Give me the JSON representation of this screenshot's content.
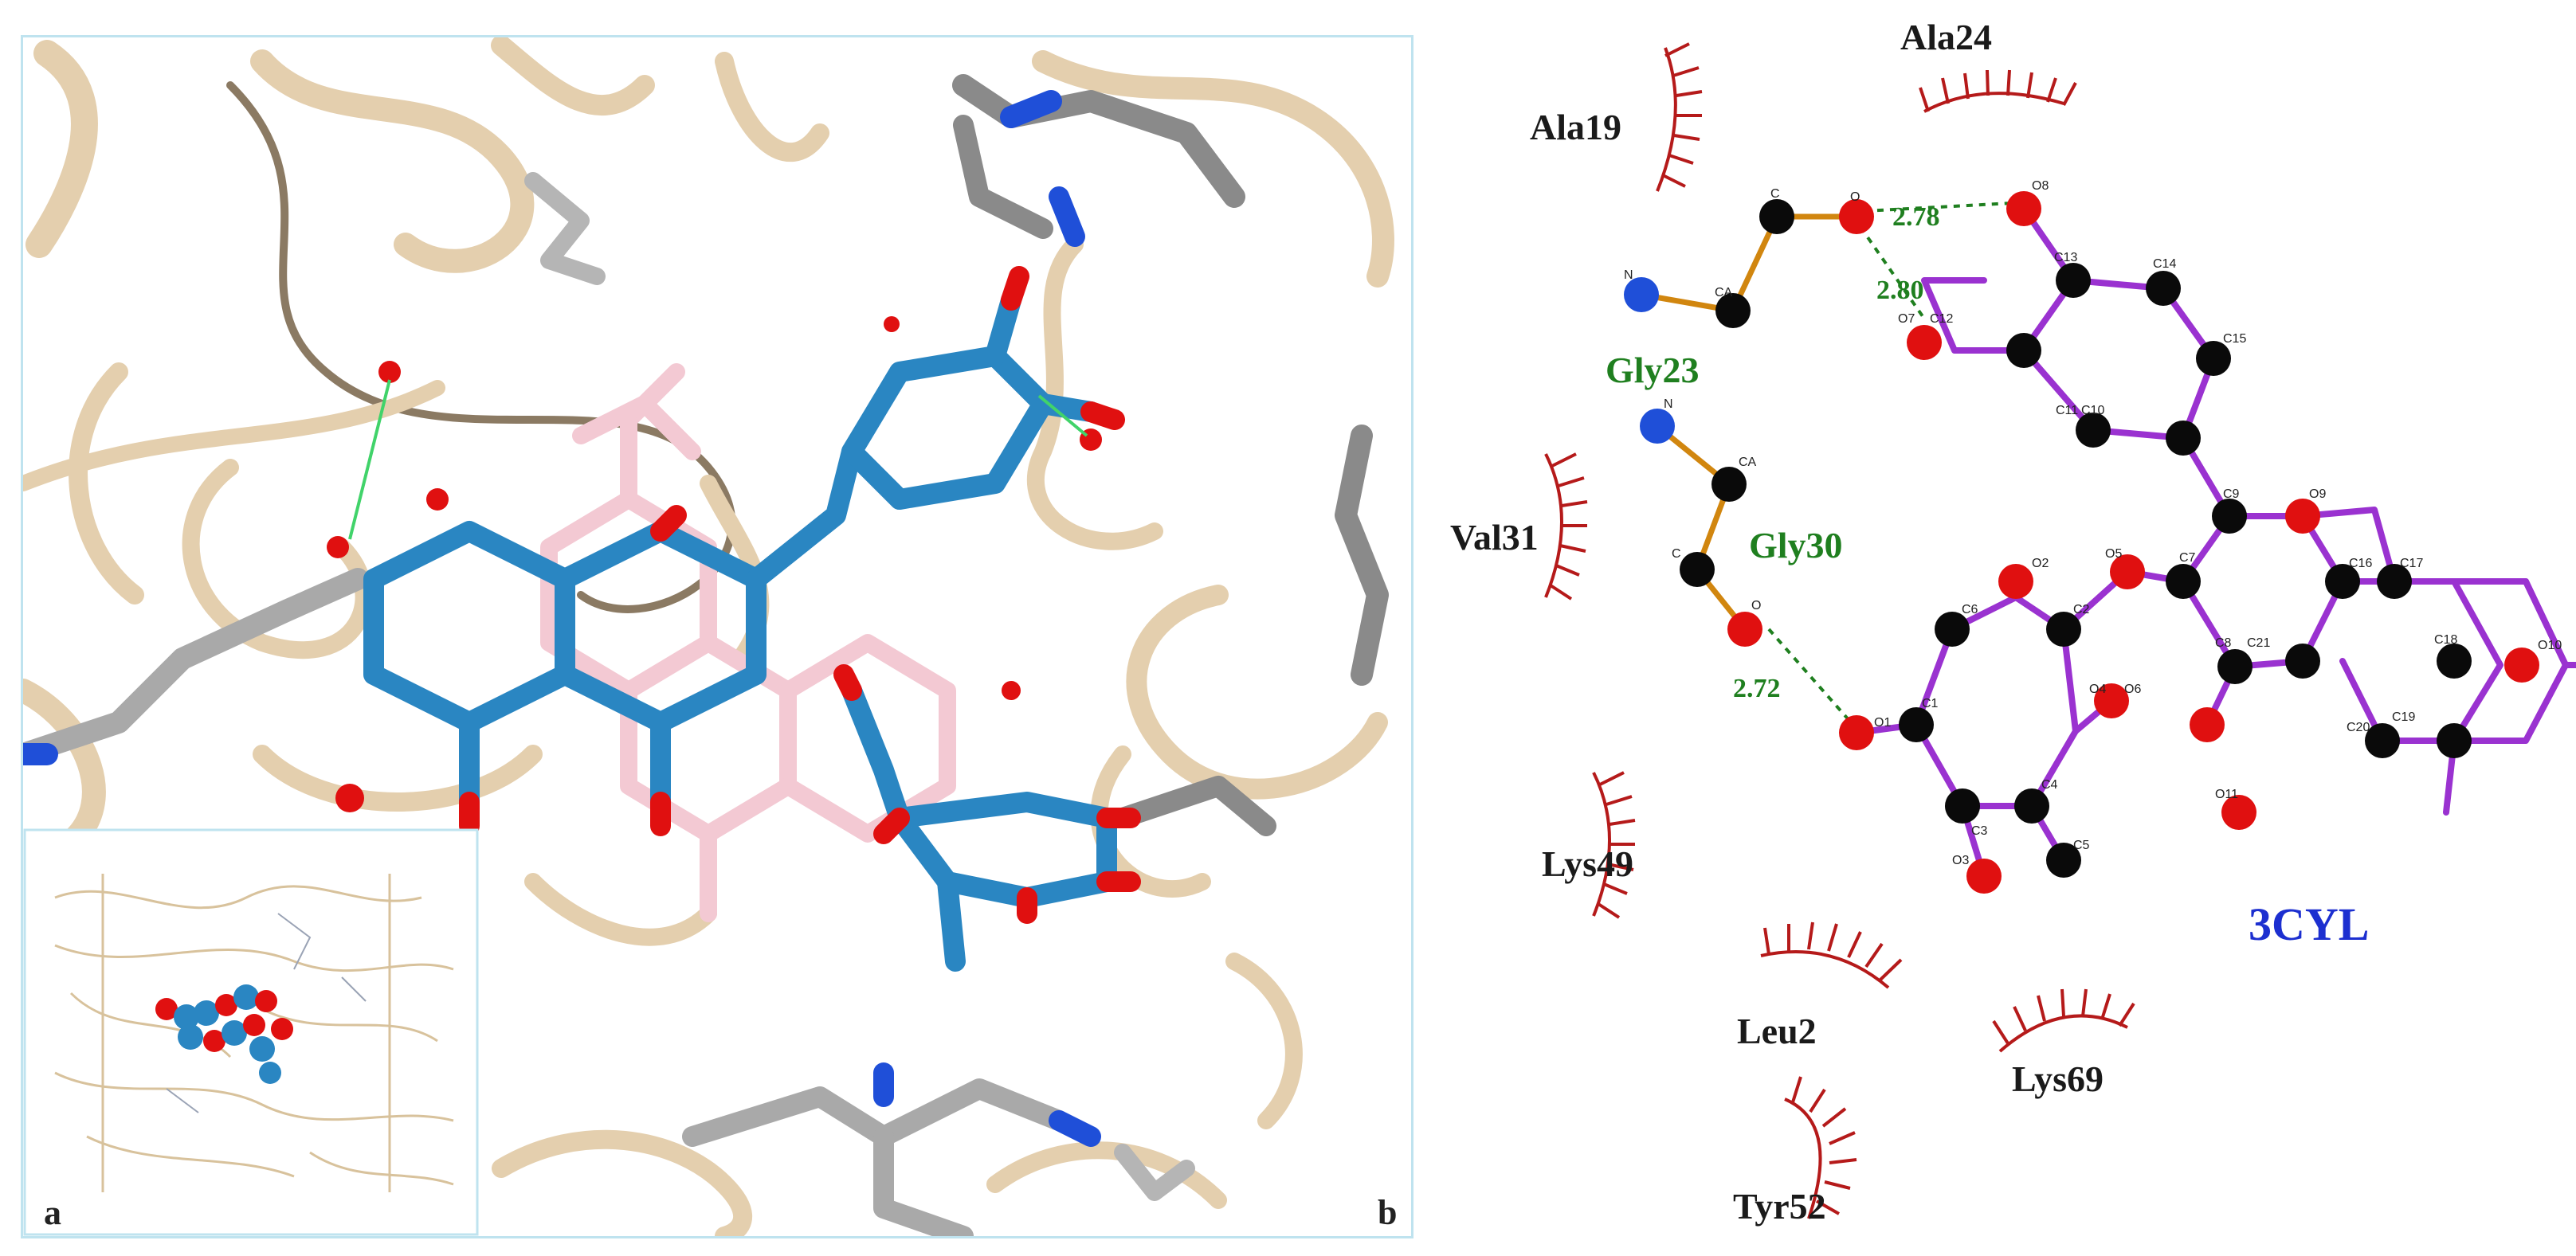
{
  "panels": {
    "a_letter": "a",
    "b_letter": "b"
  },
  "ligand": {
    "name": "3CYL",
    "color": "#1c2fd0"
  },
  "colors": {
    "ribbon": "#e4cfae",
    "ribbon_dark": "#bfa784",
    "ligand_stick": "#2a86c2",
    "overlay_ligand": "#f3c9d3",
    "residue_stick": "#a9a9a9",
    "oxygen": "#e01010",
    "nitrogen": "#1f4fd8",
    "carbon_2d": "#0a0a0a",
    "ligand_bond": "#9a32d0",
    "residue_bond": "#d1860f",
    "hbond": "#1f7f1f",
    "hydrophobic_arc": "#b51a1a"
  },
  "interactions": {
    "hydrophobic": [
      "Ala24",
      "Ala19",
      "Val31",
      "Lys49",
      "Leu2",
      "Lys69",
      "Tyr52"
    ],
    "hbond_residues": [
      "Gly23",
      "Gly30"
    ],
    "hbond_distances": [
      "2.78",
      "2.80",
      "2.72"
    ]
  },
  "atom_labels": [
    "N",
    "CA",
    "C",
    "O",
    "N",
    "CA",
    "C",
    "O",
    "O8",
    "C13",
    "C14",
    "C15",
    "O7",
    "C12",
    "C11",
    "C10",
    "C9",
    "O9",
    "O5",
    "C7",
    "C16",
    "C17",
    "O2",
    "C2",
    "C6",
    "C8",
    "C21",
    "C18",
    "O10",
    "O1",
    "C1",
    "O4",
    "O6",
    "C20",
    "C19",
    "C4",
    "C3",
    "C5",
    "O3",
    "O11"
  ]
}
